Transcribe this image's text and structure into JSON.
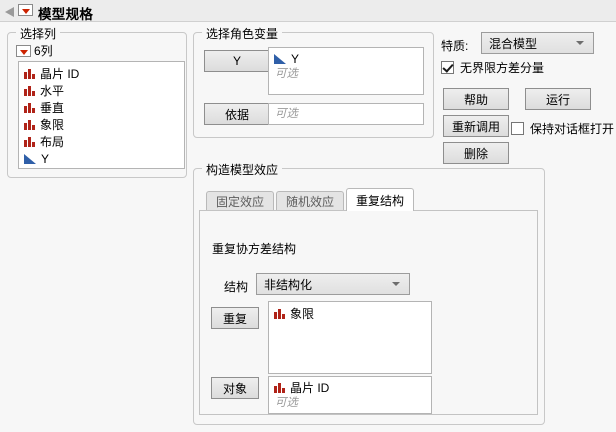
{
  "window": {
    "title": "模型规格",
    "disclosure_icon": "red-dropdown-triangle-icon",
    "outline_icon": "collapse-triangle-icon"
  },
  "select_columns": {
    "legend": "选择列",
    "count_label": "6列",
    "count_dropdown_icon": "red-dropdown-triangle-icon",
    "columns": [
      {
        "name": "晶片 ID",
        "type": "nominal"
      },
      {
        "name": "水平",
        "type": "nominal"
      },
      {
        "name": "垂直",
        "type": "nominal"
      },
      {
        "name": "象限",
        "type": "nominal"
      },
      {
        "name": "布局",
        "type": "nominal"
      },
      {
        "name": "Y",
        "type": "continuous"
      }
    ]
  },
  "roles": {
    "legend": "选择角色变量",
    "y": {
      "button_label": "Y",
      "items": [
        {
          "name": "Y",
          "type": "continuous"
        }
      ],
      "placeholder": "可选"
    },
    "by": {
      "button_label": "依据",
      "items": [],
      "placeholder": "可选"
    }
  },
  "options": {
    "personality_label": "特质:",
    "personality_value": "混合模型",
    "personality_chevron": "chevron-down-icon",
    "unbounded_variance": {
      "label": "无界限方差分量",
      "checked": true
    },
    "keep_dialog_open": {
      "label": "保持对话框打开",
      "checked": false
    },
    "buttons": {
      "help": "帮助",
      "run": "运行",
      "recall": "重新调用",
      "remove": "删除"
    }
  },
  "model_effects": {
    "legend": "构造模型效应",
    "tabs": [
      {
        "label": "固定效应",
        "active": false
      },
      {
        "label": "随机效应",
        "active": false
      },
      {
        "label": "重复结构",
        "active": true
      }
    ],
    "repeated": {
      "heading": "重复协方差结构",
      "structure_label": "结构",
      "structure_value": "非结构化",
      "structure_chevron": "chevron-down-icon",
      "repeated_button": "重复",
      "repeated_items": [
        {
          "name": "象限",
          "type": "nominal"
        }
      ],
      "subject_button": "对象",
      "subject_items": [
        {
          "name": "晶片 ID",
          "type": "nominal"
        }
      ],
      "subject_placeholder": "可选"
    }
  },
  "colors": {
    "window_bg": "#f7f7f7",
    "titlebar_bg": "#ececec",
    "nominal_icon": "#b02318",
    "continuous_icon": "#2f5fa8",
    "list_bg": "#ffffff"
  }
}
